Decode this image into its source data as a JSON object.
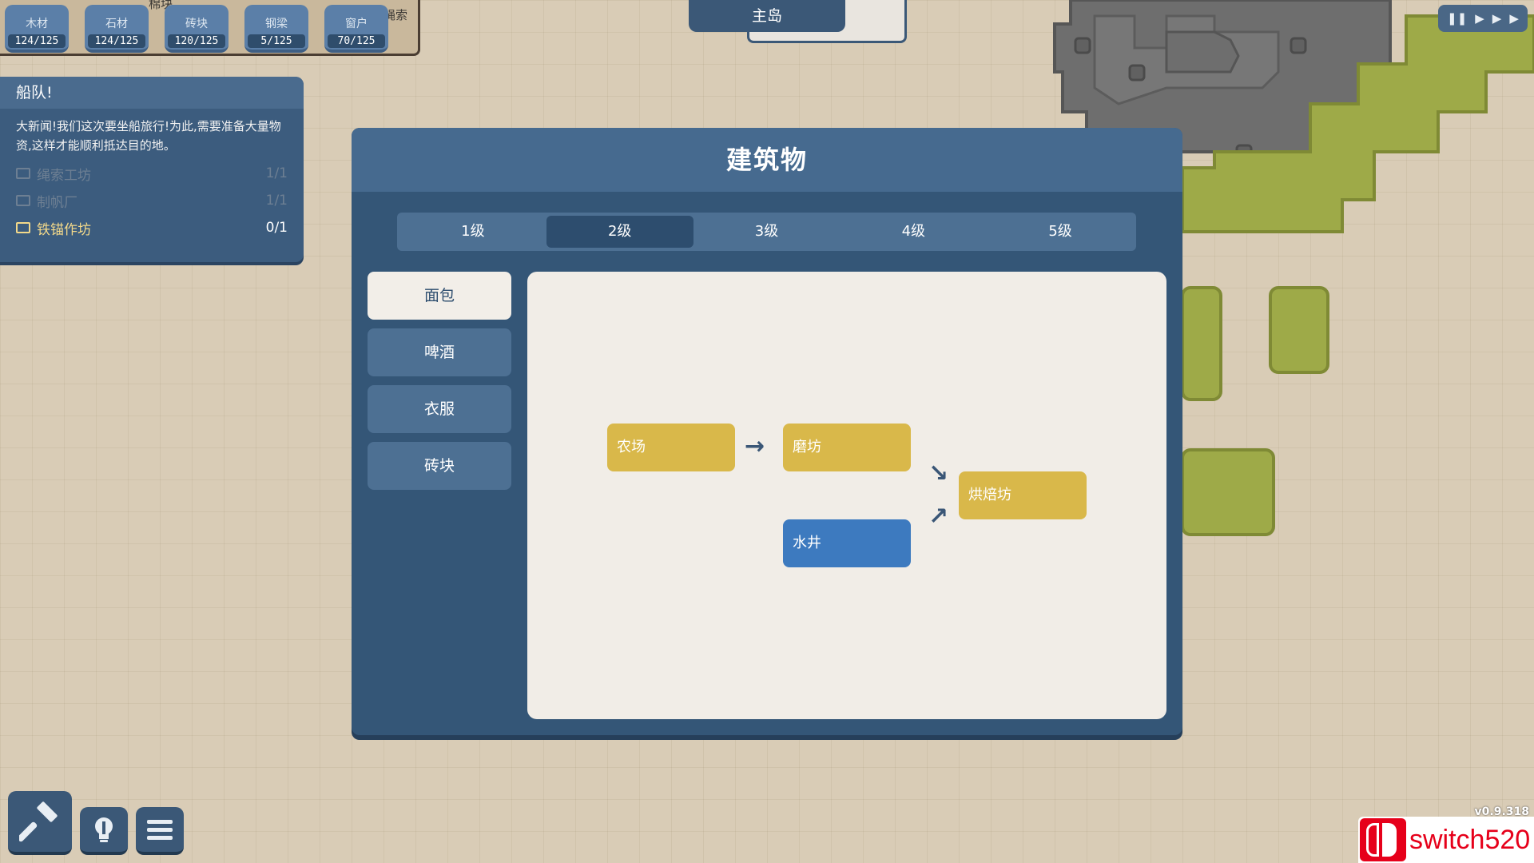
{
  "resources": [
    {
      "name": "木材",
      "count": "124/125"
    },
    {
      "name": "石材",
      "count": "124/125"
    },
    {
      "name": "砖块",
      "count": "120/125"
    },
    {
      "name": "钢梁",
      "count": "5/125"
    },
    {
      "name": "窗户",
      "count": "70/125"
    }
  ],
  "map_labels": {
    "left": "棉块",
    "right": "绳索"
  },
  "island_tab": "主岛",
  "speed_icons": [
    "pause-icon",
    "play-icon",
    "fast-forward-icon",
    "fastest-icon"
  ],
  "quest": {
    "title": "船队!",
    "description": "大新闻!我们这次要坐船旅行!为此,需要准备大量物资,这样才能顺利抵达目的地。",
    "items": [
      {
        "label": "绳索工坊",
        "progress": "1/1",
        "state": "done"
      },
      {
        "label": "制帆厂",
        "progress": "1/1",
        "state": "done"
      },
      {
        "label": "铁锚作坊",
        "progress": "0/1",
        "state": "active"
      }
    ]
  },
  "modal": {
    "title": "建筑物",
    "tiers": [
      "1级",
      "2级",
      "3级",
      "4级",
      "5级"
    ],
    "active_tier": 1,
    "categories": [
      "面包",
      "啤酒",
      "衣服",
      "砖块"
    ],
    "active_category": 0
  },
  "chain": {
    "nodes": {
      "farm": "农场",
      "mill": "磨坊",
      "well": "水井",
      "bakery": "烘焙坊"
    },
    "arrows": {
      "right": "→",
      "down_right": "↘",
      "up_right": "↗"
    },
    "colors": {
      "producer": "#d9b84a",
      "resource": "#3d7abf"
    }
  },
  "toolbar": [
    "hammer-icon",
    "lightbulb-icon",
    "menu-icon"
  ],
  "version": "v0.9.318",
  "watermark": "switch520"
}
